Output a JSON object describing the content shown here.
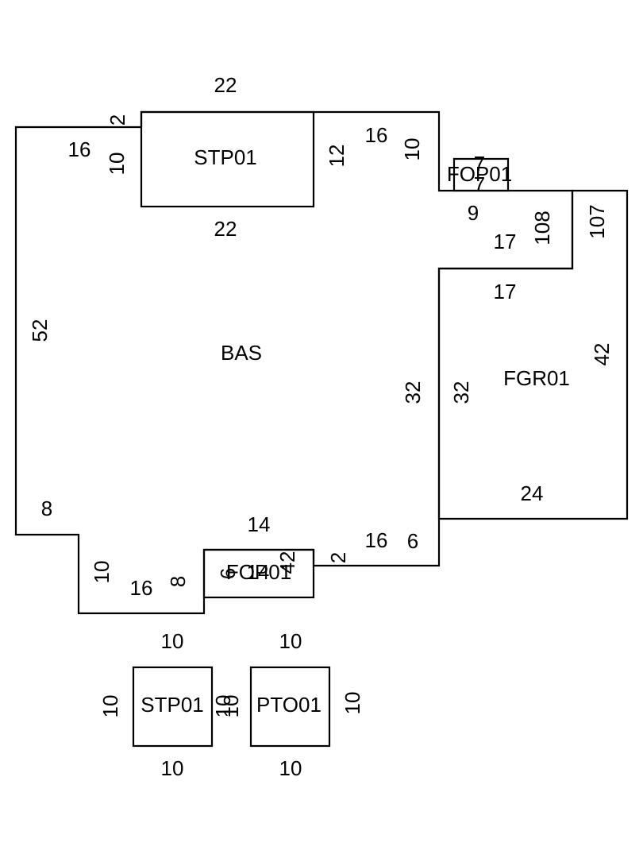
{
  "areas": {
    "bas": {
      "label": "BAS"
    },
    "stp01_top": {
      "label": "STP01"
    },
    "fgr01": {
      "label": "FGR01"
    },
    "fop01_top": {
      "label": "FOP01"
    },
    "fop01_bottom": {
      "label": "FOP01"
    },
    "stp01_bottom": {
      "label": "STP01"
    },
    "pto01": {
      "label": "PTO01"
    }
  },
  "dimensions": {
    "d52": "52",
    "d16a": "16",
    "d2a": "2",
    "d10a": "10",
    "d22a": "22",
    "d22b": "22",
    "d12": "12",
    "d16b": "16",
    "d10b": "10",
    "d9": "9",
    "d17a": "17",
    "d108": "108",
    "d107": "107",
    "d17b": "17",
    "d42": "42",
    "d32a": "32",
    "d32b": "32",
    "d24": "24",
    "d8a": "8",
    "d14": "14",
    "d16c": "16",
    "d6": "6",
    "d2b": "2",
    "d10c": "10",
    "d16d": "16",
    "d8b": "8",
    "d6b": "6",
    "d14b": "14",
    "d42b": "42",
    "d7a": "7",
    "d7b": "7",
    "s_top": "10",
    "s_bottom": "10",
    "s_left": "10",
    "s_right": "10",
    "p_top": "10",
    "p_bottom": "10",
    "p_left": "10",
    "p_right": "10"
  }
}
